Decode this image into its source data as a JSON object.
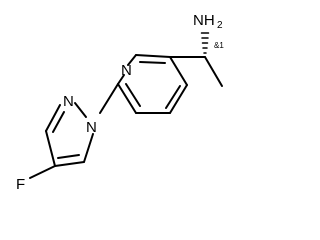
{
  "molecule": {
    "atoms": {
      "amine": "NH",
      "amine_subscript": "2",
      "stereo_label": "&1",
      "pyridine_n": "N",
      "pyrazole_n2": "N",
      "pyrazole_n1": "N",
      "fluorine": "F"
    }
  }
}
